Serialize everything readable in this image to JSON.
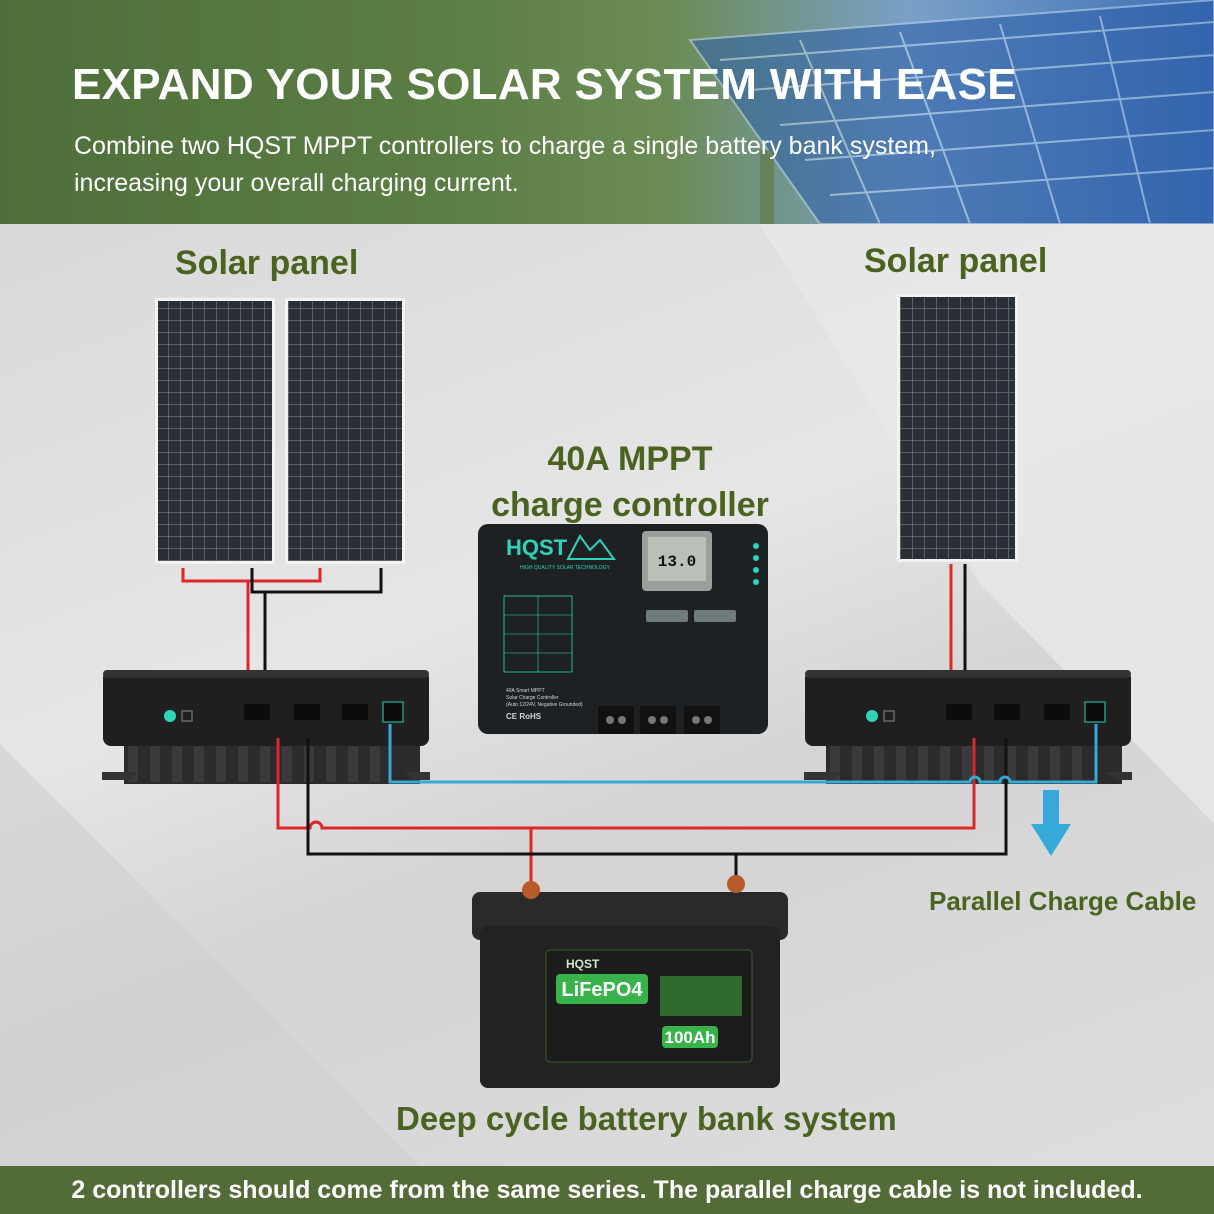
{
  "header": {
    "title": "EXPAND YOUR SOLAR SYSTEM WITH EASE",
    "subtitle_line1": "Combine two HQST MPPT controllers to charge a single battery bank system,",
    "subtitle_line2": "increasing your overall charging current."
  },
  "labels": {
    "solar_left": "Solar panel",
    "solar_right": "Solar panel",
    "mppt_line1": "40A MPPT",
    "mppt_line2": "charge controller",
    "parallel_cable": "Parallel Charge Cable",
    "battery_bank": "Deep cycle battery bank system"
  },
  "controller": {
    "brand": "HQST",
    "tagline": "HIGH QUALITY SOLAR TECHNOLOGY",
    "display_value": "13.0",
    "model_text": "40A Smart MPPT",
    "model_sub": "Solar Charge Controller",
    "model_sub2": "(Auto 12/24V, Negative Grounded)",
    "cert": "CE RoHS"
  },
  "battery": {
    "brand": "HQST",
    "chemistry": "LiFePO4",
    "capacity": "100Ah"
  },
  "footer": {
    "note": "2 controllers should come from the same series. The parallel charge cable is not included."
  },
  "colors": {
    "label_green": "#4b6320",
    "footer_green": "#536b36",
    "wire_red": "#e0262a",
    "wire_black": "#111111",
    "cable_blue": "#35a9d8",
    "accent_teal": "#2fd3b8"
  }
}
